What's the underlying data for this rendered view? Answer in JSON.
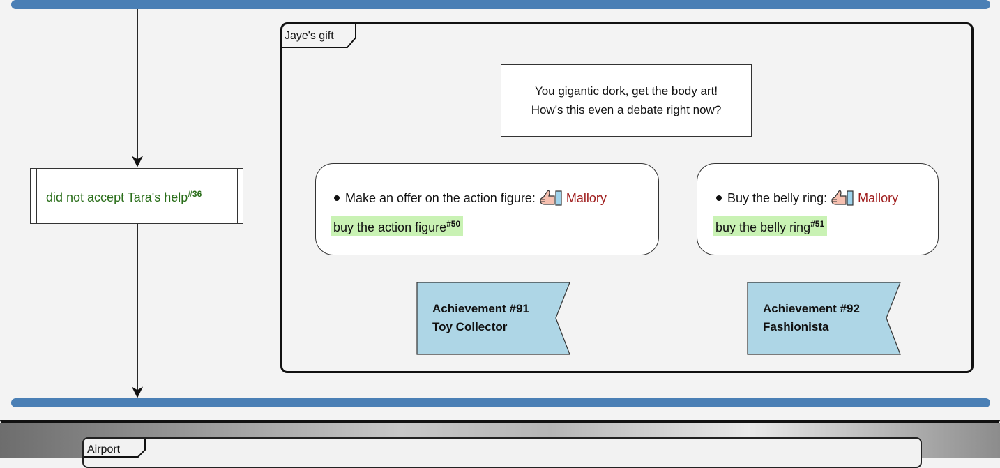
{
  "flow": {
    "side_node": {
      "text": "did not accept Tara's help",
      "ref": "#36"
    }
  },
  "jaye_gift": {
    "label": "Jaye's gift",
    "prompt_line1": "You gigantic dork, get the body art!",
    "prompt_line2": "How's this even a debate right now?",
    "options": [
      {
        "text": "Make an offer on the action figure:",
        "character": "Mallory",
        "icon": "thumbs-up-icon",
        "outcome": "buy the action figure",
        "outcome_ref": "#50",
        "achievement_line1": "Achievement #91",
        "achievement_line2": "Toy Collector"
      },
      {
        "text": "Buy the belly ring:",
        "character": "Mallory",
        "icon": "thumbs-up-icon",
        "outcome": "buy the belly ring",
        "outcome_ref": "#51",
        "achievement_line1": "Achievement #92",
        "achievement_line2": "Fashionista"
      }
    ]
  },
  "airport": {
    "label": "Airport"
  },
  "colors": {
    "bar": "#4a7fb5",
    "achievement_fill": "#aed6e6",
    "highlight": "#c9f2b4",
    "character": "#a01f1f",
    "side_text": "#2a6e1a"
  }
}
